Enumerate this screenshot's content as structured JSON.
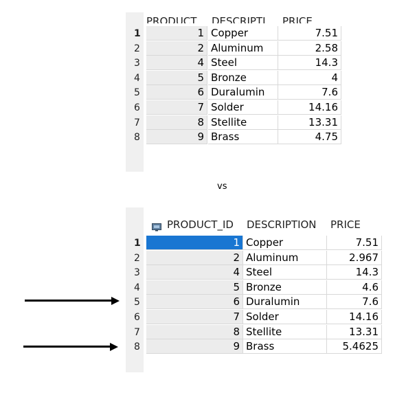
{
  "top_grid": {
    "columns": [
      "PRODUCT",
      "DESCRIPTI",
      "PRICE"
    ],
    "row_numbers": [
      "1",
      "2",
      "3",
      "4",
      "5",
      "6",
      "7",
      "8"
    ],
    "rows": [
      {
        "id": "1",
        "desc": "Copper",
        "price": "7.51"
      },
      {
        "id": "2",
        "desc": "Aluminum",
        "price": "2.58"
      },
      {
        "id": "4",
        "desc": "Steel",
        "price": "14.3"
      },
      {
        "id": "5",
        "desc": "Bronze",
        "price": "4"
      },
      {
        "id": "6",
        "desc": "Duralumin",
        "price": "7.6"
      },
      {
        "id": "7",
        "desc": "Solder",
        "price": "14.16"
      },
      {
        "id": "8",
        "desc": "Stellite",
        "price": "13.31"
      },
      {
        "id": "9",
        "desc": "Brass",
        "price": "4.75"
      }
    ]
  },
  "separator": "vs",
  "bottom_grid": {
    "columns": [
      "PRODUCT_ID",
      "DESCRIPTION",
      "PRICE"
    ],
    "row_numbers": [
      "1",
      "2",
      "3",
      "4",
      "5",
      "6",
      "7",
      "8"
    ],
    "rows": [
      {
        "id": "1",
        "desc": "Copper",
        "price": "7.51"
      },
      {
        "id": "2",
        "desc": "Aluminum",
        "price": "2.967"
      },
      {
        "id": "4",
        "desc": "Steel",
        "price": "14.3"
      },
      {
        "id": "5",
        "desc": "Bronze",
        "price": "4.6"
      },
      {
        "id": "6",
        "desc": "Duralumin",
        "price": "7.6"
      },
      {
        "id": "7",
        "desc": "Solder",
        "price": "14.16"
      },
      {
        "id": "8",
        "desc": "Stellite",
        "price": "13.31"
      },
      {
        "id": "9",
        "desc": "Brass",
        "price": "5.4625"
      }
    ],
    "selected_row": 0,
    "key_icon": "key-column-icon"
  },
  "arrows": {
    "pointing_at_rows": [
      "5",
      "8"
    ]
  }
}
